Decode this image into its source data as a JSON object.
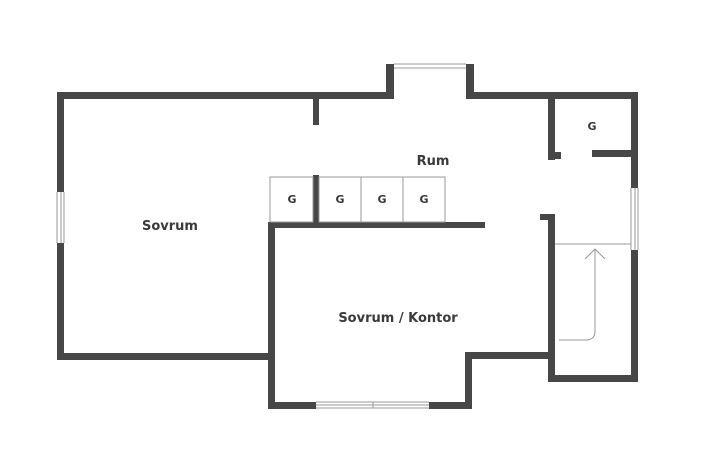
{
  "plan": {
    "rooms": {
      "bedroom_left": "Sovrum",
      "room_center": "Rum",
      "bedroom_office": "Sovrum / Kontor"
    },
    "closets": [
      "G",
      "G",
      "G",
      "G"
    ],
    "closet_small_room": "G"
  }
}
